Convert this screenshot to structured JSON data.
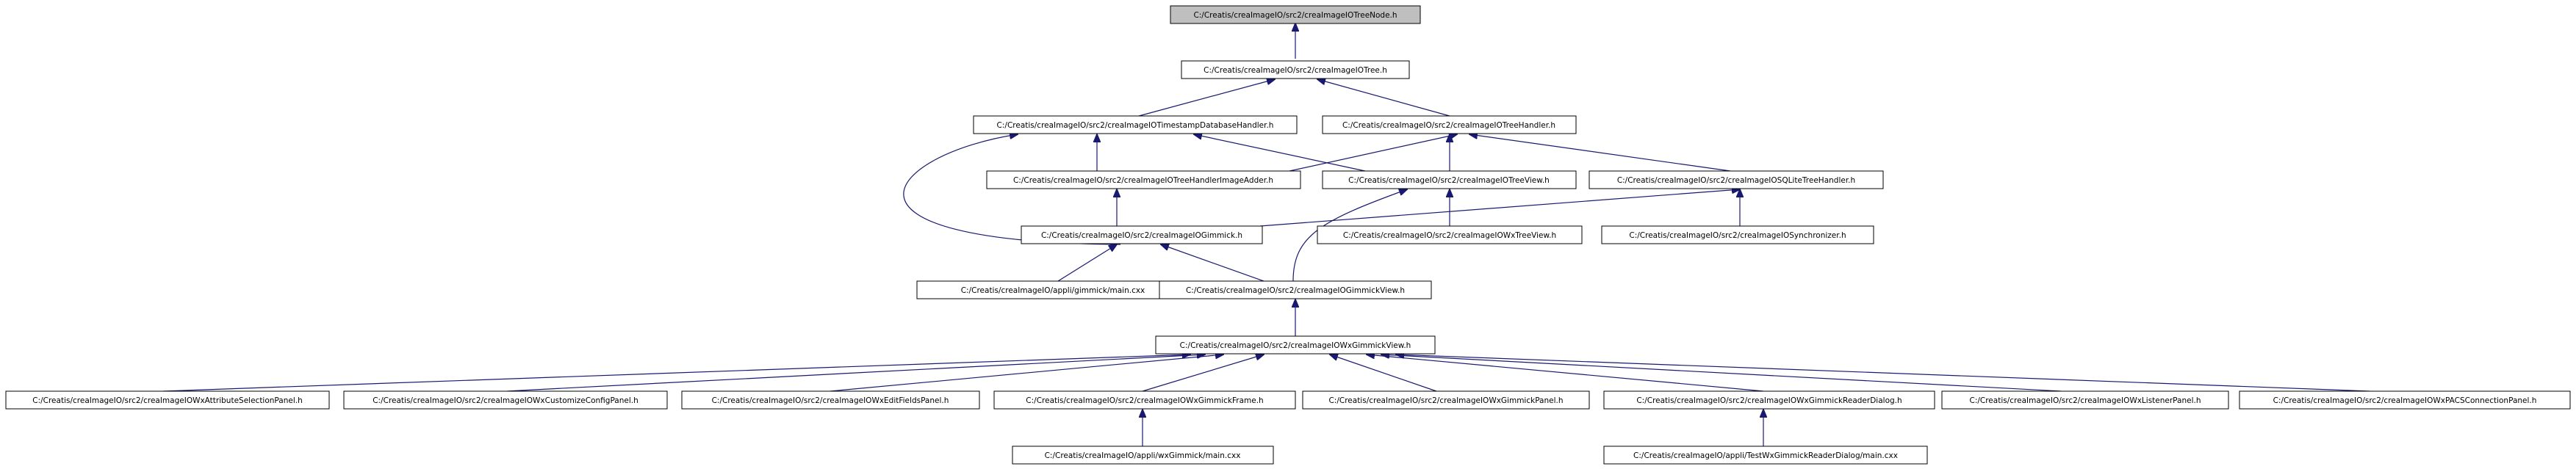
{
  "colors": {
    "edge": "#191970",
    "root_fill": "#bfbfbf",
    "node_fill": "#ffffff",
    "border": "#000000"
  },
  "nodes": {
    "treenode": "C:/Creatis/creaImageIO/src2/creaImageIOTreeNode.h",
    "tree": "C:/Creatis/creaImageIO/src2/creaImageIOTree.h",
    "timestamp": "C:/Creatis/creaImageIO/src2/creaImageIOTimestampDatabaseHandler.h",
    "treehandler": "C:/Creatis/creaImageIO/src2/creaImageIOTreeHandler.h",
    "imageadder": "C:/Creatis/creaImageIO/src2/creaImageIOTreeHandlerImageAdder.h",
    "treeview": "C:/Creatis/creaImageIO/src2/creaImageIOTreeView.h",
    "sqlite": "C:/Creatis/creaImageIO/src2/creaImageIOSQLiteTreeHandler.h",
    "gimmick": "C:/Creatis/creaImageIO/src2/creaImageIOGimmick.h",
    "wxtreeview": "C:/Creatis/creaImageIO/src2/creaImageIOWxTreeView.h",
    "synchronizer": "C:/Creatis/creaImageIO/src2/creaImageIOSynchronizer.h",
    "appmain": "C:/Creatis/creaImageIO/appli/gimmick/main.cxx",
    "gimmickview": "C:/Creatis/creaImageIO/src2/creaImageIOGimmickView.h",
    "wxgimmickview": "C:/Creatis/creaImageIO/src2/creaImageIOWxGimmickView.h",
    "attrpanel": "C:/Creatis/creaImageIO/src2/creaImageIOWxAttributeSelectionPanel.h",
    "customize": "C:/Creatis/creaImageIO/src2/creaImageIOWxCustomizeConfigPanel.h",
    "editfields": "C:/Creatis/creaImageIO/src2/creaImageIOWxEditFieldsPanel.h",
    "gimmickframe": "C:/Creatis/creaImageIO/src2/creaImageIOWxGimmickFrame.h",
    "gimmickpanel": "C:/Creatis/creaImageIO/src2/creaImageIOWxGimmickPanel.h",
    "readerdialog": "C:/Creatis/creaImageIO/src2/creaImageIOWxGimmickReaderDialog.h",
    "listener": "C:/Creatis/creaImageIO/src2/creaImageIOWxListenerPanel.h",
    "pacs": "C:/Creatis/creaImageIO/src2/creaImageIOWxPACSConnectionPanel.h",
    "wxgimmickmain": "C:/Creatis/creaImageIO/appli/wxGimmick/main.cxx",
    "testreadermain": "C:/Creatis/creaImageIO/appli/TestWxGimmickReaderDialog/main.cxx"
  }
}
